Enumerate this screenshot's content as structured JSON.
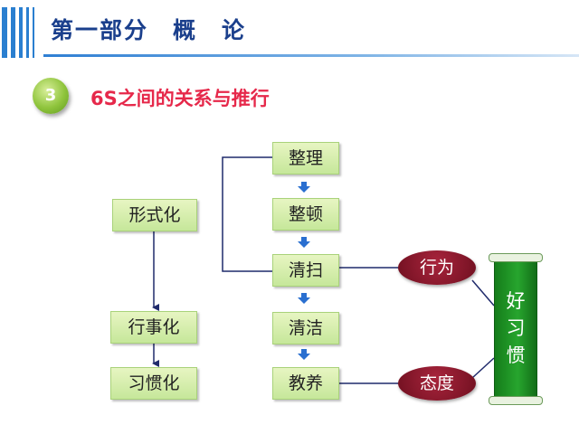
{
  "header": {
    "title": "第一部分　概　论"
  },
  "section": {
    "number": "3",
    "title": "6S之间的关系与推行"
  },
  "left_column": [
    "形式化",
    "行事化",
    "习惯化"
  ],
  "center_column": [
    "整理",
    "整顿",
    "清扫",
    "清洁",
    "教养"
  ],
  "ovals": [
    "行为",
    "态度"
  ],
  "scroll": {
    "chars": [
      "好",
      "习",
      "惯"
    ]
  },
  "colors": {
    "header_title": "#1a3f8c",
    "subtitle": "#e6284a",
    "box_fill": "#c6e79a",
    "oval_fill": "#8b1a2e",
    "scroll_fill": "#1f9a26",
    "connector": "#1f2a6b"
  }
}
